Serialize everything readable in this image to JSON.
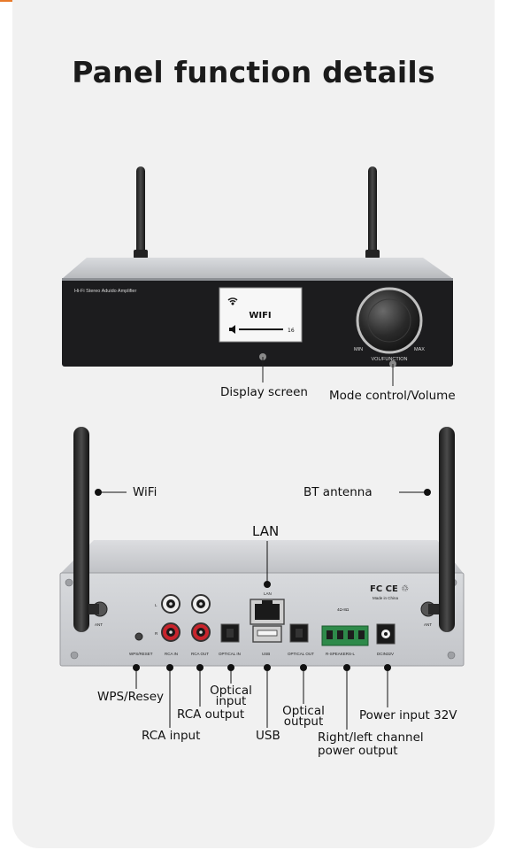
{
  "page": {
    "title": "Panel function details"
  },
  "front_panel": {
    "brand_text": "Hi-Fi Stereo Aduido Amplifier",
    "screen_mode": "WIFI",
    "screen_volume": "16",
    "knob_min": "MIN",
    "knob_max": "MAX",
    "knob_caption": "VOL/FUNCTION",
    "label_display": "Display screen",
    "label_mode": "Mode control/Volume"
  },
  "rear_panel": {
    "label_wifi": "WiFi",
    "label_bt": "BT antenna",
    "label_lan": "LAN",
    "label_wps": "WPS/Resey",
    "label_optical_in_1": "Optical",
    "label_optical_in_2": "input",
    "label_rca_output": "RCA output",
    "label_rca_input": "RCA  input",
    "label_usb": "USB",
    "label_optical_out_1": "Optical",
    "label_optical_out_2": "output",
    "label_power_input": "Power input 32V",
    "label_speaker_1": "Right/left  channel",
    "label_speaker_2": "power output",
    "silk": {
      "wps": "WPS/RESET",
      "rca_in": "RCA IN",
      "rca_out": "RCA OUT",
      "optical_in": "OPTICAL IN",
      "usb": "USB",
      "optical_out": "OPTICAL OUT",
      "speakers": "R-SPEAKERS-L",
      "dc": "DCIN32V",
      "lan": "LAN",
      "made_in": "Made in China",
      "impedance": "4Ω-8Ω",
      "ant_left": "ANT",
      "ant_right": "ANT",
      "ch_l": "L",
      "ch_r": "R"
    }
  },
  "colors": {
    "card_bg": "#f1f1f1",
    "panel_dark": "#1c1c1e",
    "chassis_silver": "#c9cbcf",
    "rca_red": "#c8242c"
  }
}
